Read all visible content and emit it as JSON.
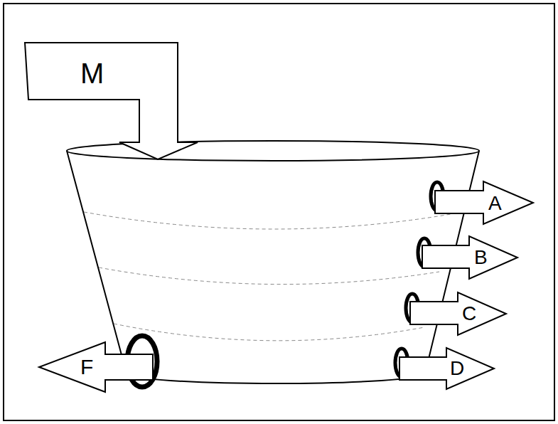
{
  "diagram": {
    "labels": [
      "M",
      "A",
      "B",
      "C",
      "D",
      "F"
    ]
  }
}
